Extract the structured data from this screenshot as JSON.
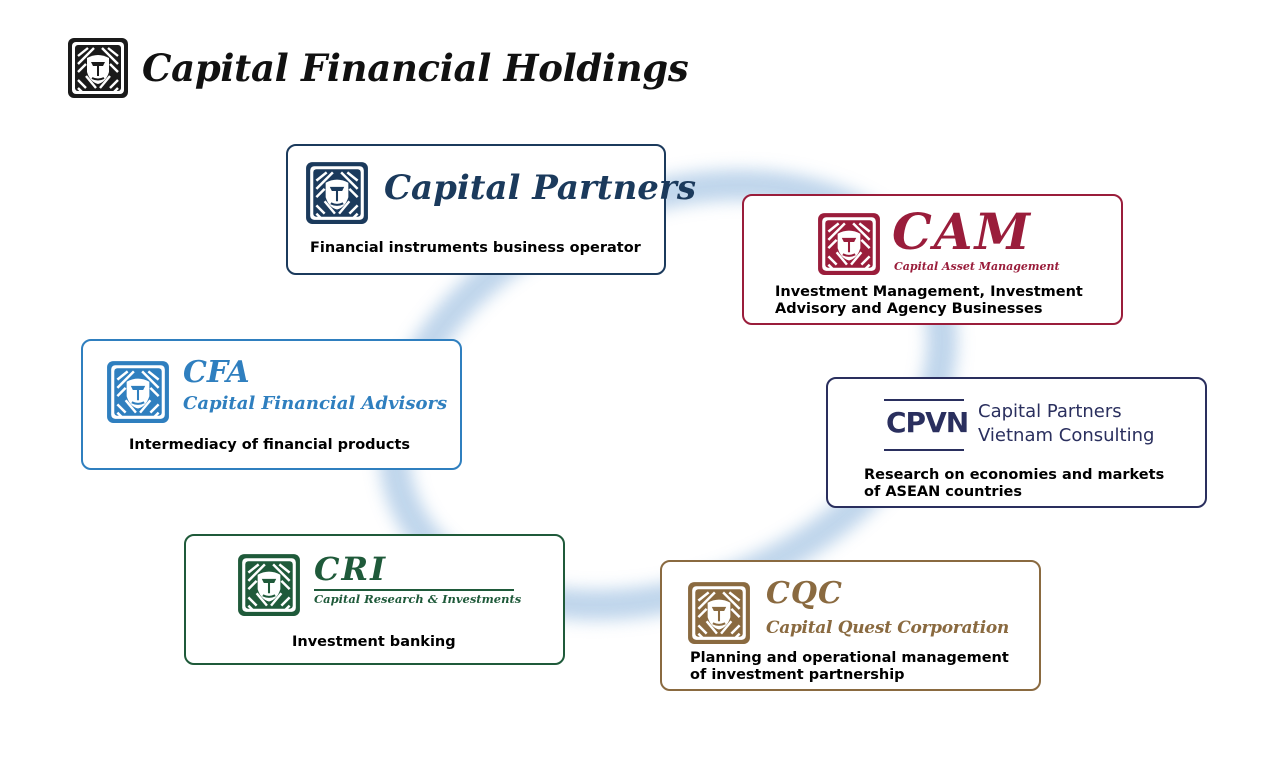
{
  "header": {
    "title": "Capital Financial Holdings"
  },
  "colors": {
    "holdings": "#1a1a1a",
    "cp": "#1b3a5c",
    "cam": "#9a1d3b",
    "cfa": "#2f7fbf",
    "cpvn": "#2a2f5e",
    "cri": "#1f5a3a",
    "cqc": "#8a6a40",
    "ring": "#8fb6dd"
  },
  "companies": {
    "cp": {
      "name": "Capital Partners",
      "description": "Financial instruments business operator"
    },
    "cam": {
      "abbr": "CAM",
      "name": "Capital Asset Management",
      "description": "Investment Management, Investment\nAdvisory and Agency Businesses"
    },
    "cfa": {
      "abbr": "CFA",
      "name": "Capital Financial Advisors",
      "description": "Intermediacy of financial products"
    },
    "cpvn": {
      "abbr": "CPVN",
      "name_line1": "Capital Partners",
      "name_line2": "Vietnam Consulting",
      "description": "Research on economies and markets\nof ASEAN countries"
    },
    "cri": {
      "abbr": "CRI",
      "name": "Capital Research & Investments",
      "description": "Investment banking"
    },
    "cqc": {
      "abbr": "CQC",
      "name": "Capital Quest Corporation",
      "description": "Planning and operational management\nof investment partnership"
    }
  }
}
